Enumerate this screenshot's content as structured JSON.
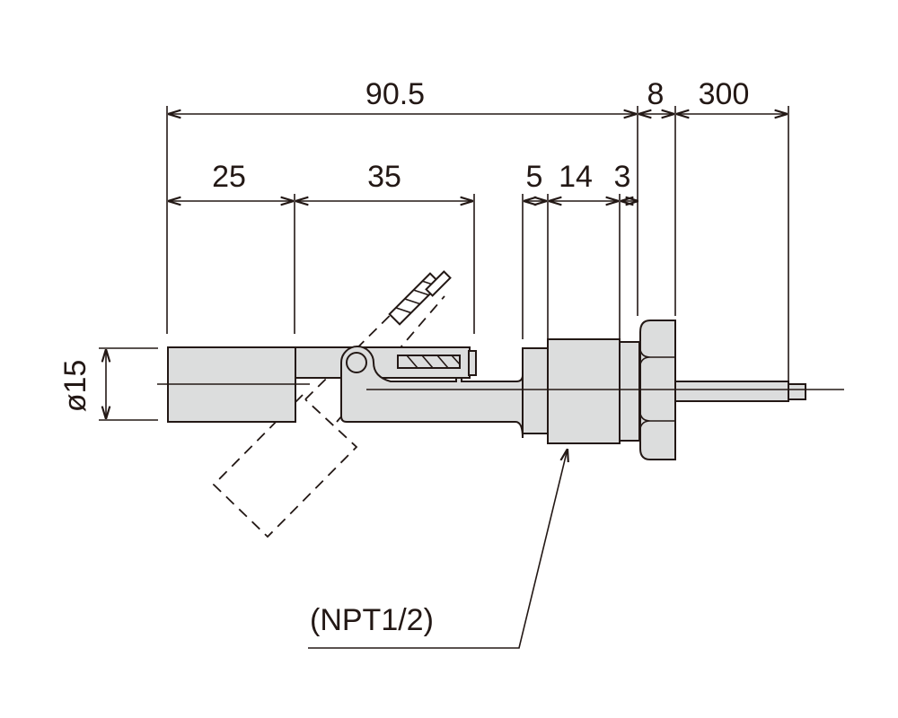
{
  "dimensions": {
    "total_length": "90.5",
    "nut_width": "8",
    "cable_length": "300",
    "float_length": "25",
    "arm_length": "35",
    "seg_a": "5",
    "seg_b": "14",
    "seg_c": "3",
    "float_diameter": "ø15"
  },
  "callout": {
    "thread": "(NPT1/2)"
  },
  "colors": {
    "part_fill": "#dcdddd",
    "line": "#231815"
  }
}
